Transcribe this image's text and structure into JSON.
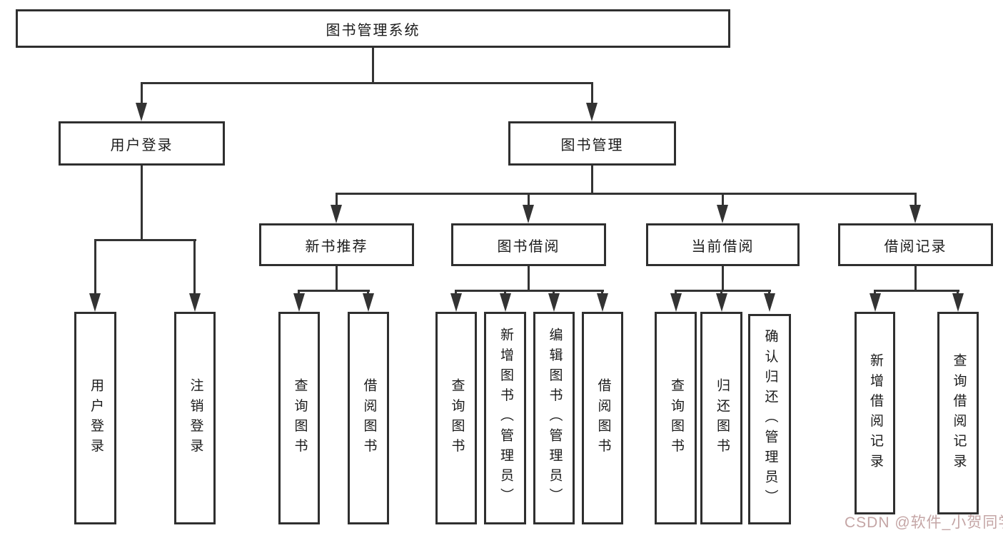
{
  "tree": {
    "label": "图书管理系统",
    "children": [
      {
        "label": "用户登录",
        "children": [
          {
            "label": "用户登录"
          },
          {
            "label": "注销登录"
          }
        ]
      },
      {
        "label": "图书管理",
        "children": [
          {
            "label": "新书推荐",
            "children": [
              {
                "label": "查询图书"
              },
              {
                "label": "借阅图书"
              }
            ]
          },
          {
            "label": "图书借阅",
            "children": [
              {
                "label": "查询图书"
              },
              {
                "label": "新增图书（管理员）"
              },
              {
                "label": "编辑图书（管理员）"
              },
              {
                "label": "借阅图书"
              }
            ]
          },
          {
            "label": "当前借阅",
            "children": [
              {
                "label": "查询图书"
              },
              {
                "label": "归还图书"
              },
              {
                "label": "确认归还（管理员）"
              }
            ]
          },
          {
            "label": "借阅记录",
            "children": [
              {
                "label": "新增借阅记录"
              },
              {
                "label": "查询借阅记录"
              }
            ]
          }
        ]
      }
    ]
  },
  "watermark": {
    "text": "CSDN @软件_小贺同学",
    "color": "#c4a5a5"
  },
  "colors": {
    "line": "#333333",
    "box_border": "#2f2f2f",
    "text": "#1b1b1b",
    "background": "#ffffff"
  }
}
